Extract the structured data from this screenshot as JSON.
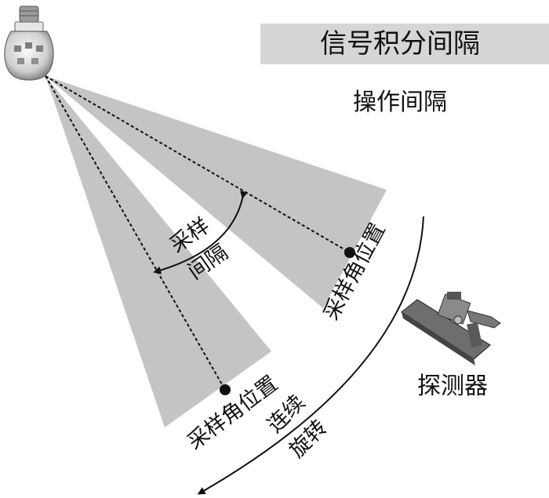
{
  "banner": {
    "label": "信号积分间隔"
  },
  "operation_interval": {
    "label": "操作间隔"
  },
  "sampling_interval": {
    "line1": "采样",
    "line2": "间隔"
  },
  "sampling_position_1": {
    "label": "采样角位置"
  },
  "sampling_position_2": {
    "label": "采样角位置"
  },
  "rotation": {
    "line1": "连续",
    "line2": "旋转"
  },
  "detector": {
    "label": "探测器"
  },
  "colors": {
    "sector": "#c4c4c4",
    "banner": "#d6d6d6",
    "line": "#111111"
  }
}
